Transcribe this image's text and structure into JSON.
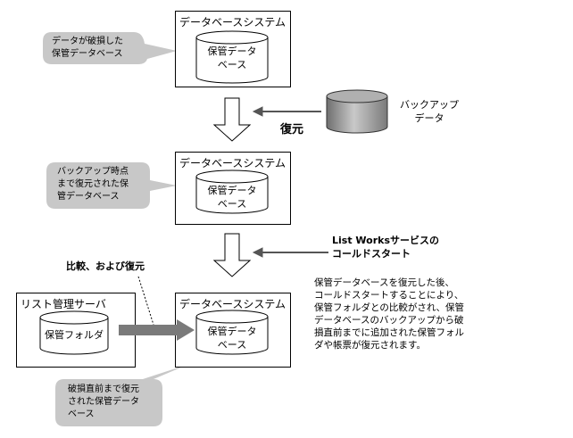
{
  "db_system_label": "データベースシステム",
  "sections": [
    {
      "callout": "データが破損した\n保管データベース",
      "db": "保管データ\nベース"
    },
    {
      "callout": "バックアップ時点\nまで復元された保\n管データベース",
      "db": "保管データ\nベース"
    },
    {
      "callout": "破損直前まで復元\nされた保管データ\nベース",
      "db": "保管データ\nベース"
    }
  ],
  "backup": {
    "label": "バックアップ\nデータ",
    "restore_label": "復元"
  },
  "cold_start_label": "List Worksサービスの\nコールドスタート",
  "compare_label": "比較、および復元",
  "list_server": {
    "title": "リスト管理サーバ",
    "folder": "保管フォルダ"
  },
  "description": "保管データベースを復元した後、\nコールドスタートすることにより、\n保管フォルダとの比較がされ、保管\nデータベースのバックアップから破\n損直前までに追加された保管フォル\nダや帳票が復元されます。"
}
